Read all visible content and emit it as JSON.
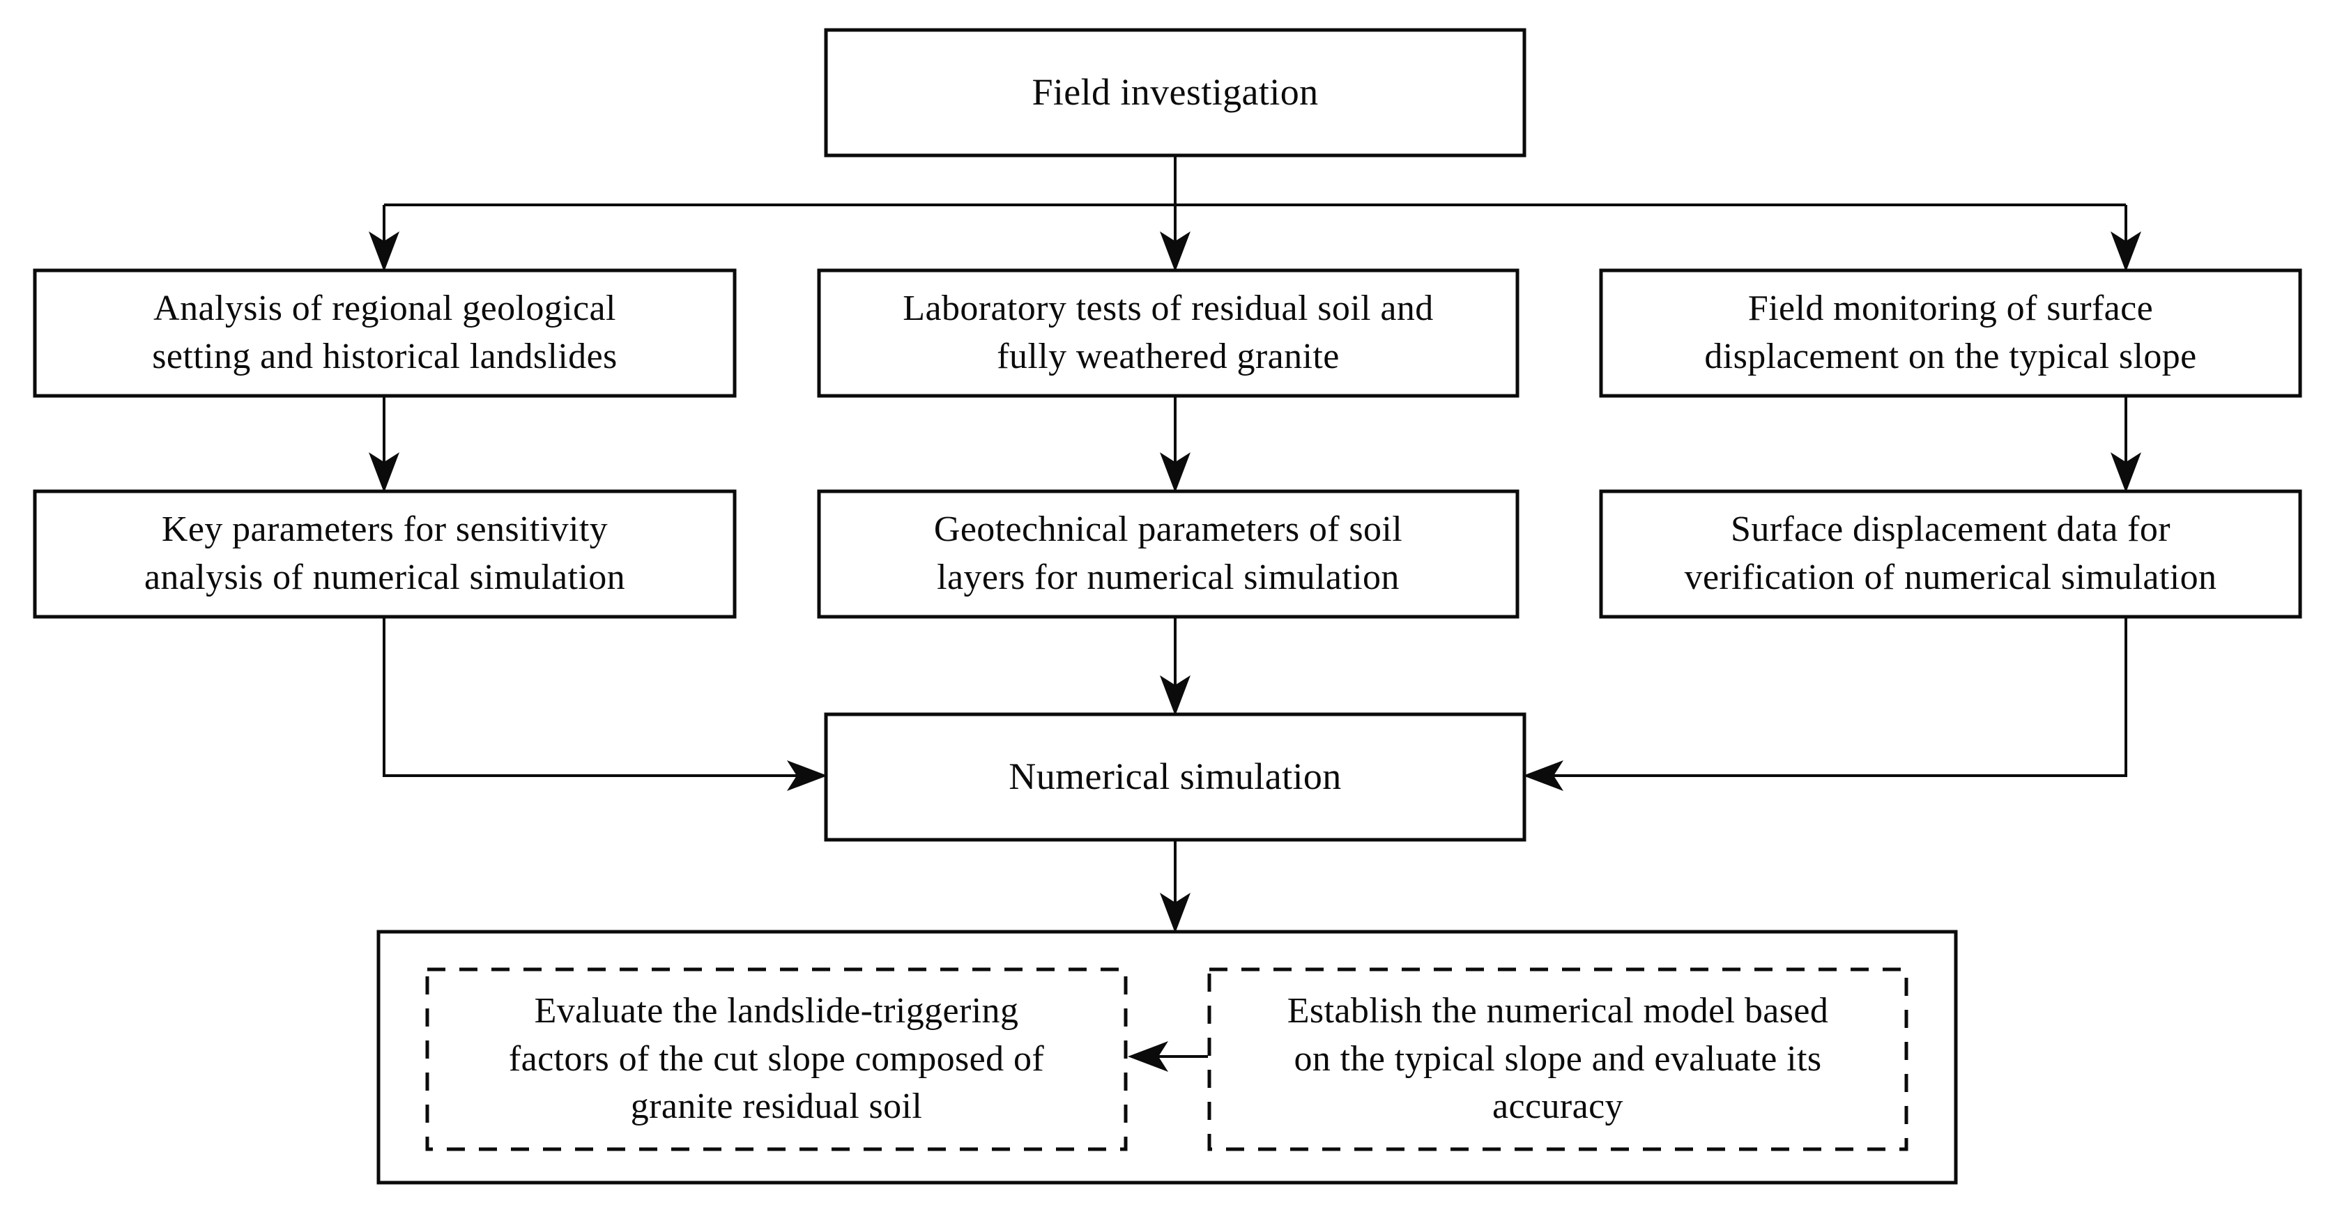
{
  "diagram": {
    "title": "Research methodology flowchart",
    "stroke_color": "#0b0b0b",
    "background_color": "#ffffff",
    "nodes": {
      "field_investigation": {
        "label": "Field investigation"
      },
      "regional_analysis": {
        "label": "Analysis of regional geological\nsetting and historical landslides"
      },
      "laboratory_tests": {
        "label": "Laboratory tests of residual soil and\nfully weathered granite"
      },
      "field_monitoring": {
        "label": "Field monitoring of surface\ndisplacement on the typical slope"
      },
      "key_parameters": {
        "label": "Key parameters for sensitivity\nanalysis of numerical simulation"
      },
      "geotechnical_parameters": {
        "label": "Geotechnical parameters of soil\nlayers for numerical simulation"
      },
      "surface_displacement_data": {
        "label": "Surface displacement data for\nverification of numerical simulation"
      },
      "numerical_simulation": {
        "label": "Numerical simulation"
      },
      "evaluate_factors": {
        "label": "Evaluate the landslide-triggering\nfactors of the cut slope composed of\ngranite residual soil"
      },
      "establish_model": {
        "label": "Establish the numerical model based\non the typical slope and evaluate its\naccuracy"
      }
    },
    "connectors": [
      {
        "name": "field-investigation-to-branch-bus",
        "from": "field_investigation",
        "to": "branch-bus"
      },
      {
        "name": "branch-to-regional-analysis",
        "from": "branch-bus",
        "to": "regional_analysis"
      },
      {
        "name": "branch-to-laboratory-tests",
        "from": "branch-bus",
        "to": "laboratory_tests"
      },
      {
        "name": "branch-to-field-monitoring",
        "from": "branch-bus",
        "to": "field_monitoring"
      },
      {
        "name": "regional-analysis-to-key-parameters",
        "from": "regional_analysis",
        "to": "key_parameters"
      },
      {
        "name": "laboratory-tests-to-geotechnical-parameters",
        "from": "laboratory_tests",
        "to": "geotechnical_parameters"
      },
      {
        "name": "field-monitoring-to-surface-displacement-data",
        "from": "field_monitoring",
        "to": "surface_displacement_data"
      },
      {
        "name": "key-parameters-to-numerical-simulation",
        "from": "key_parameters",
        "to": "numerical_simulation"
      },
      {
        "name": "geotechnical-parameters-to-numerical-simulation",
        "from": "geotechnical_parameters",
        "to": "numerical_simulation"
      },
      {
        "name": "surface-displacement-data-to-numerical-simulation",
        "from": "surface_displacement_data",
        "to": "numerical_simulation"
      },
      {
        "name": "numerical-simulation-to-outcomes",
        "from": "numerical_simulation",
        "to": "outcome_group"
      },
      {
        "name": "establish-model-to-evaluate-factors",
        "from": "establish_model",
        "to": "evaluate_factors"
      }
    ]
  }
}
